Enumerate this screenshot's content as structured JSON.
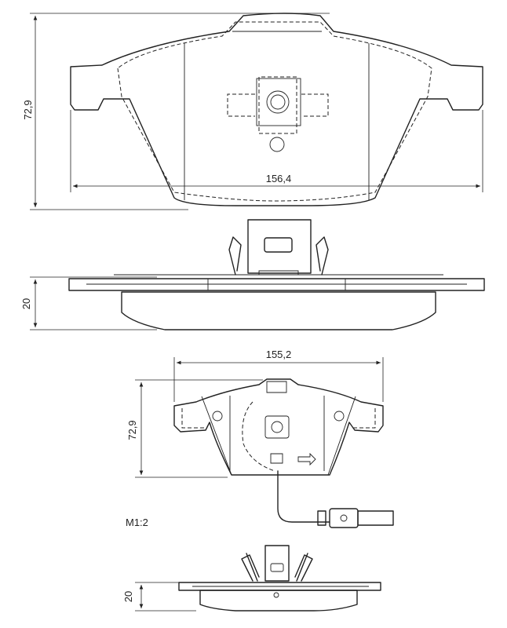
{
  "dimensions": {
    "top_height": "72,9",
    "top_width": "156,4",
    "side_thickness": "20",
    "bottom_width": "155,2",
    "bottom_height": "72,9",
    "bottom_thickness": "20"
  },
  "scale_label": "M1:2"
}
